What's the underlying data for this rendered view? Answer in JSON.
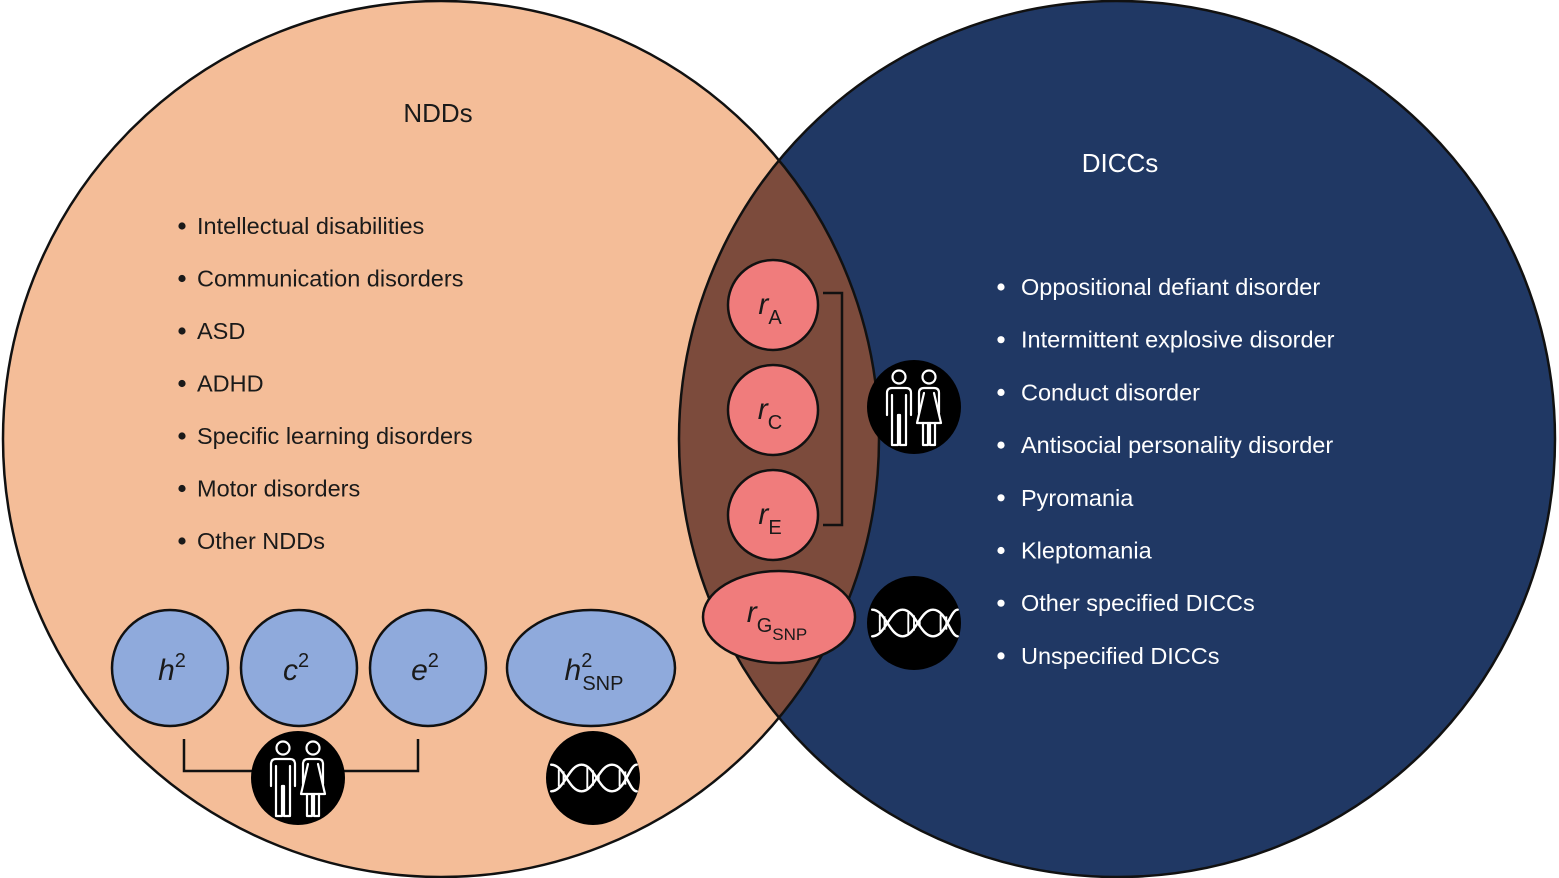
{
  "colors": {
    "ndd_fill": "#f4bd98",
    "dicc_fill": "#203864",
    "overlap_fill": "#7c4b3c",
    "outline": "#111111",
    "twin_param_fill": "#8faadc",
    "genetic_corr_fill": "#f07c7c",
    "icon_bg": "#000000",
    "icon_fg": "#ffffff",
    "ndd_text": "#1a1a1a",
    "dicc_text": "#ffffff"
  },
  "ndd": {
    "title": "NDDs",
    "items": [
      "Intellectual disabilities",
      "Communication disorders",
      "ASD",
      "ADHD",
      "Specific learning disorders",
      "Motor disorders",
      "Other NDDs"
    ],
    "params": {
      "h2": {
        "base": "h",
        "sup": "2"
      },
      "c2": {
        "base": "c",
        "sup": "2"
      },
      "e2": {
        "base": "e",
        "sup": "2"
      },
      "h2snp": {
        "base": "h",
        "sup": "2",
        "sub": "SNP"
      }
    },
    "icons": [
      "twins-icon",
      "dna-icon"
    ]
  },
  "dicc": {
    "title": "DICCs",
    "items": [
      "Oppositional defiant disorder",
      "Intermittent explosive disorder",
      "Conduct disorder",
      "Antisocial personality disorder",
      "Pyromania",
      "Kleptomania",
      "Other specified DICCs",
      "Unspecified DICCs"
    ]
  },
  "overlap": {
    "correlations": {
      "rA": {
        "base": "r",
        "sub": "A"
      },
      "rC": {
        "base": "r",
        "sub": "C"
      },
      "rE": {
        "base": "r",
        "sub": "E"
      },
      "rGsnp": {
        "base": "r",
        "sub": "G",
        "subsub": "SNP"
      }
    },
    "icons": [
      "twins-icon",
      "dna-icon"
    ]
  }
}
